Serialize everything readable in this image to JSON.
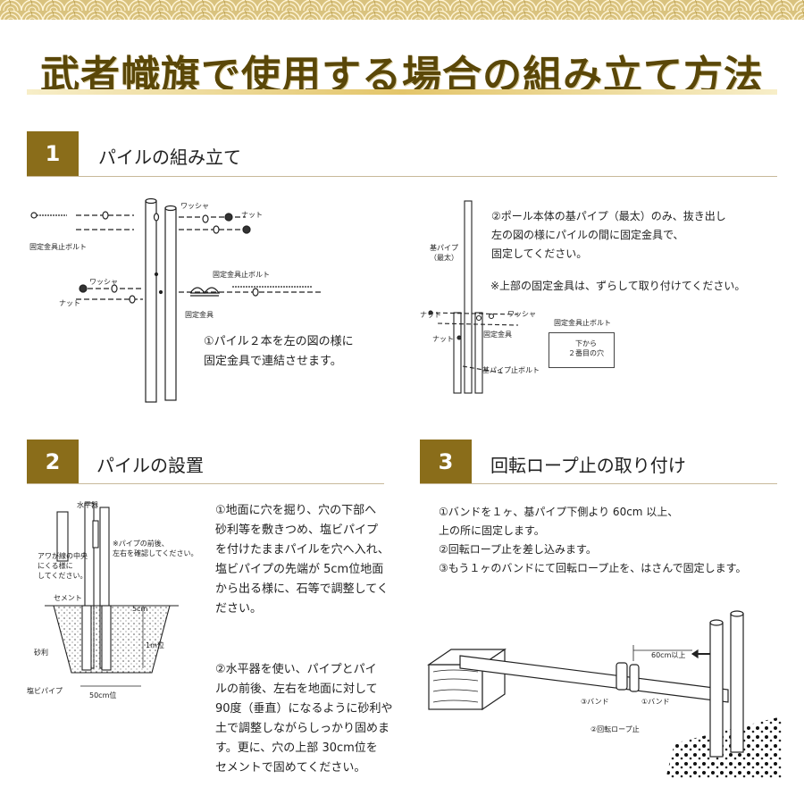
{
  "header": {
    "title": "武者幟旗で使用する場合の組み立て方法"
  },
  "steps": [
    {
      "number": "1",
      "title": "パイルの組み立て"
    },
    {
      "number": "2",
      "title": "パイルの設置"
    },
    {
      "number": "3",
      "title": "回転ロープ止の取り付け"
    }
  ],
  "step1": {
    "left_labels": {
      "bolt_top": "固定金具止ボルト",
      "washer_top": "ワッシャ",
      "nut_top": "ナット",
      "washer_mid": "ワッシャ",
      "nut_mid": "ナット",
      "bolt_mid": "固定金具止ボルト",
      "clamp": "固定金具"
    },
    "left_note": "①パイル２本を左の図の様に\n固定金具で連結させます。",
    "right_note_1": "②ポール本体の基パイプ（最太）のみ、抜き出し\n左の図の様にパイルの間に固定金具で、\n固定してください。",
    "right_note_2": "※上部の固定金具は、ずらして取り付けてください。",
    "right_labels": {
      "base_pipe": "基パイプ\n（最太）",
      "nut_a": "ナット",
      "washer": "ワッシャ",
      "bolt": "固定金具止ボルト",
      "nut_b": "ナット",
      "clamp": "固定金具",
      "base_bolt": "基パイプ止ボルト",
      "hole": "下から\n２番目の穴"
    }
  },
  "step2": {
    "labels": {
      "level": "水平器",
      "bubble": "アワが線の中央\nにくる様に\nしてください。",
      "check": "※パイプの前後、\n左右を確認してください。",
      "cement": "セメント",
      "gravel": "砂利",
      "pipe": "塩ビパイプ",
      "5cm": "5cm",
      "1m": "1m位",
      "50cm": "50cm位"
    },
    "text_1": "①地面に穴を掘り、穴の下部へ\n砂利等を敷きつめ、塩ビパイプ\nを付けたままパイルを穴へ入れ、\n塩ビパイプの先端が 5cm位地面\nから出る様に、石等で調整してく\nださい。",
    "text_2": "②水平器を使い、パイプとパイ\nルの前後、左右を地面に対して\n90度（垂直）になるように砂利や\n土で調整しながらしっかり固めま\nす。更に、穴の上部 30cm位を\nセメントで固めてください。"
  },
  "step3": {
    "text": "①バンドを１ヶ、基パイプ下側より 60cm 以上、\n上の所に固定します。\n②回転ロープ止を差し込みます。\n③もう１ヶのバンドにて回転ロープ止を、はさんで固定します。",
    "labels": {
      "60cm": "60cm以上",
      "band3": "③バンド",
      "band1": "①バンド",
      "rope": "②回転ロープ止"
    }
  }
}
